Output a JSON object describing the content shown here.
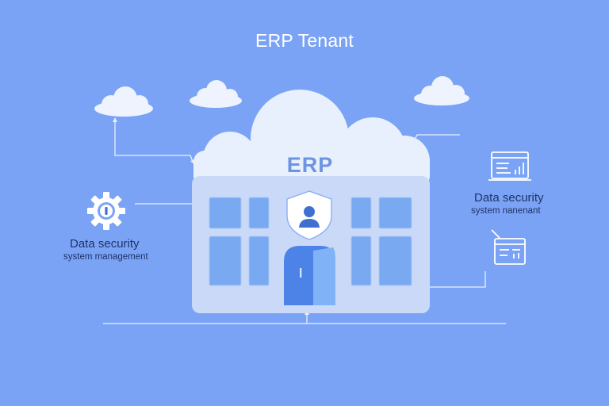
{
  "title": "ERP Tenant",
  "building": {
    "sign": "ERP"
  },
  "left_panel": {
    "label": "Data security",
    "sublabel": "system management",
    "icon": "gear-icon"
  },
  "right_panel": {
    "label": "Data security",
    "sublabel": "system nanenant",
    "icons": [
      "monitor-chart-icon",
      "control-panel-icon"
    ]
  },
  "colors": {
    "background": "#7ba3f5",
    "building": "#cfdcfa",
    "cloud": "#e9f0fd",
    "window": "#7aaaf0",
    "door": "#4d82e6",
    "line": "#e9f0fd"
  }
}
